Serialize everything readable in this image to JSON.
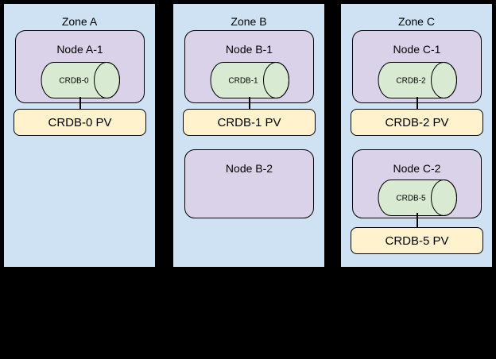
{
  "diagram": {
    "background": "#000000",
    "colors": {
      "zone_fill": "#cfe2f3",
      "node_fill": "#d9d2e9",
      "pod_fill": "#d9ead3",
      "pv_fill": "#fff2cc",
      "border": "#000000",
      "text": "#000000"
    },
    "zones": [
      {
        "label": "Zone A",
        "node1": {
          "label": "Node A-1",
          "pod": "CRDB-0",
          "pv": "CRDB-0 PV"
        }
      },
      {
        "label": "Zone B",
        "node1": {
          "label": "Node B-1",
          "pod": "CRDB-1",
          "pv": "CRDB-1 PV"
        },
        "node2": {
          "label": "Node B-2"
        }
      },
      {
        "label": "Zone C",
        "node1": {
          "label": "Node C-1",
          "pod": "CRDB-2",
          "pv": "CRDB-2 PV"
        },
        "node2": {
          "label": "Node C-2",
          "pod": "CRDB-5",
          "pv": "CRDB-5 PV"
        }
      }
    ]
  }
}
